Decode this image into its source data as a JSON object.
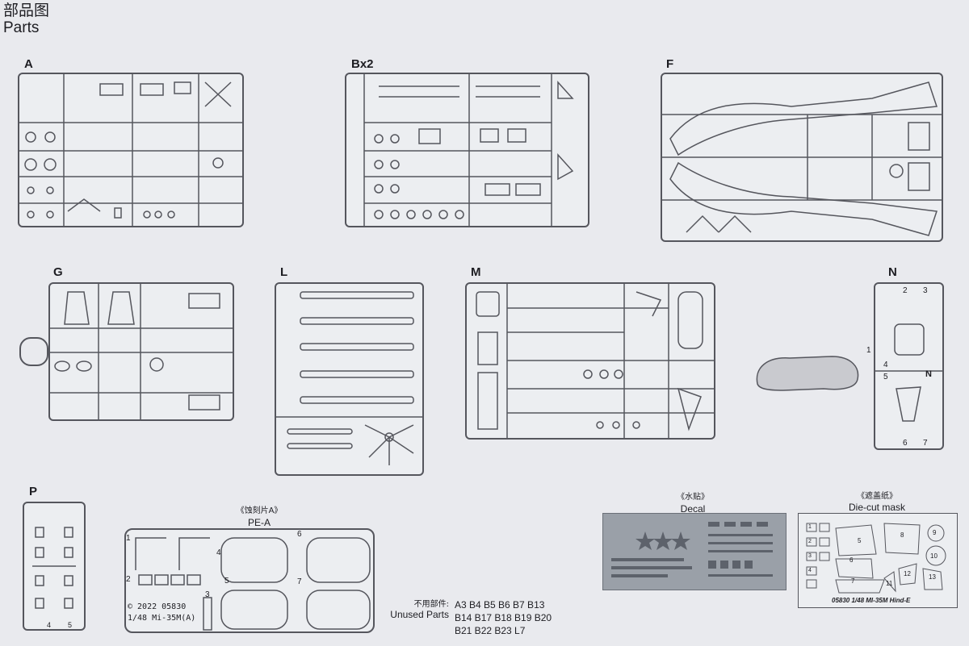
{
  "header": {
    "title_cn": "部品图",
    "title_en": "Parts"
  },
  "sprues": {
    "A": "A",
    "B": "Bx2",
    "F": "F",
    "G": "G",
    "L": "L",
    "M": "M",
    "N": "N",
    "P": "P"
  },
  "n_sprue_numbers": [
    "1",
    "2",
    "3",
    "4",
    "5",
    "6",
    "7"
  ],
  "n_tag": "N",
  "p_tags": [
    "4",
    "5"
  ],
  "pe": {
    "caption_cn": "《蚀刻片A》",
    "caption_en": "PE-A",
    "numbers": [
      "1",
      "2",
      "3",
      "4",
      "5",
      "6",
      "7"
    ],
    "code_line": "© 2022  05830",
    "model_line": "1/48  Mi-35M(A)"
  },
  "decal": {
    "caption_cn": "《水贴》",
    "caption_en": "Decal"
  },
  "mask": {
    "caption_cn": "《遮盖纸》",
    "caption_en": "Die-cut mask",
    "numbers": [
      "1",
      "2",
      "3",
      "4",
      "5",
      "6",
      "7",
      "8",
      "9",
      "10",
      "11",
      "12",
      "13"
    ],
    "footer": "05830  1/48  MI-35M Hind-E"
  },
  "unused": {
    "label_cn": "不用部件:",
    "label_en": "Unused Parts",
    "line1": "A3  B4  B5  B6  B7  B13",
    "line2": "B14  B17  B18  B19  B20",
    "line3": "B21  B22  B23  L7"
  },
  "colors": {
    "background": "#e9eaee",
    "line": "#55565d",
    "decal": "#9aa0a8"
  }
}
